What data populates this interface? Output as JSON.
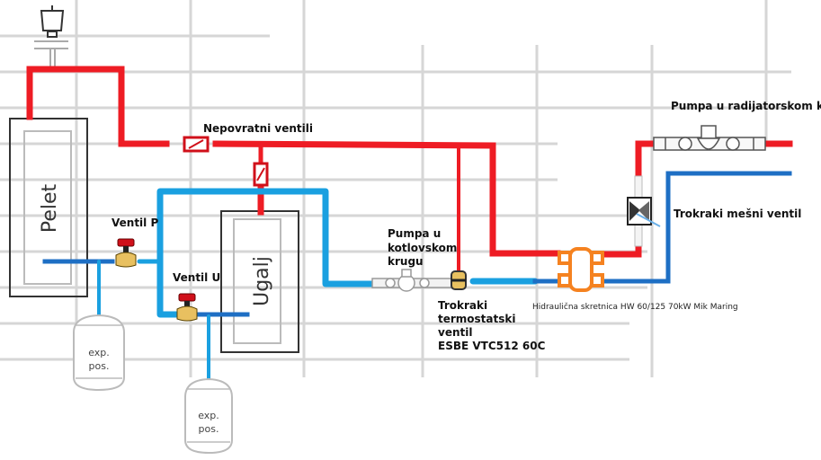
{
  "diagram": {
    "type": "hydraulic heating schematic",
    "colors": {
      "supply_pipe": "#ee1c24",
      "return_pipe": "#1aa0e0",
      "return_pipe_dark": "#1e6fc4",
      "hydraulic_separator": "#f58220",
      "valve_handle": "#d0101a",
      "valve_body": "#e8c060"
    },
    "boilers": {
      "pelet": "Pelet",
      "ugalj": "Ugalj"
    },
    "expansion_tanks": {
      "left_line1": "exp.",
      "left_line2": "pos.",
      "right_line1": "exp.",
      "right_line2": "pos."
    },
    "labels": {
      "nepovratni_ventili": "Nepovratni ventili",
      "ventil_p": "Ventil P",
      "ventil_u": "Ventil U",
      "pumpa_kotlovski_1": "Pumpa u",
      "pumpa_kotlovski_2": "kotlovskom",
      "pumpa_kotlovski_3": "krugu",
      "trokraki_termo_1": "Trokraki",
      "trokraki_termo_2": "termostatski",
      "trokraki_termo_3": "ventil",
      "trokraki_termo_4": "ESBE VTC512  60C",
      "hidraulicna_skretnica": "Hidraulična skretnica HW 60/125 70kW Mik Maring",
      "pumpa_radijatorski": "Pumpa u radijatorskom krugu",
      "trokraki_mesni": "Trokraki mešni ventil"
    },
    "icons": {
      "air_vent": "air-vent-icon",
      "check_valve": "check-valve-icon",
      "balancing_valve": "balancing-valve-icon",
      "circulation_pump": "circulation-pump-icon",
      "three_way_thermostatic_valve": "three-way-thermostatic-valve-icon",
      "hydraulic_separator": "hydraulic-separator-icon",
      "three_way_mixing_valve": "three-way-mixing-valve-icon",
      "expansion_tank": "expansion-tank-icon"
    }
  }
}
